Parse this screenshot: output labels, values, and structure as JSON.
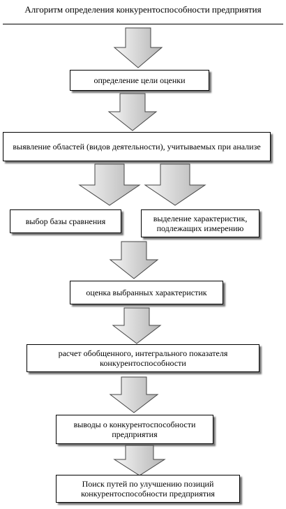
{
  "title": "Алгоритм определения конкурентоспособности предприятия",
  "steps": {
    "goal": "определение цели оценки",
    "areas": "выявление областей (видов деятельности), учитываемых при анализе",
    "base": "выбор базы сравнения",
    "characteristics": "выделение характеристик, подлежащих измерению",
    "evaluation": "оценка выбранных характеристик",
    "calculation": "расчет обобщенного, интегрального показателя конкурентоспособности",
    "conclusions": "выводы о конкурентоспособности предприятия",
    "search": "Поиск путей по улучшению позиций конкурентоспособности предприятия"
  },
  "colors": {
    "arrow_fill_light": "#f4f4f4",
    "arrow_fill_dark": "#b8b8b8",
    "border": "#000000"
  }
}
